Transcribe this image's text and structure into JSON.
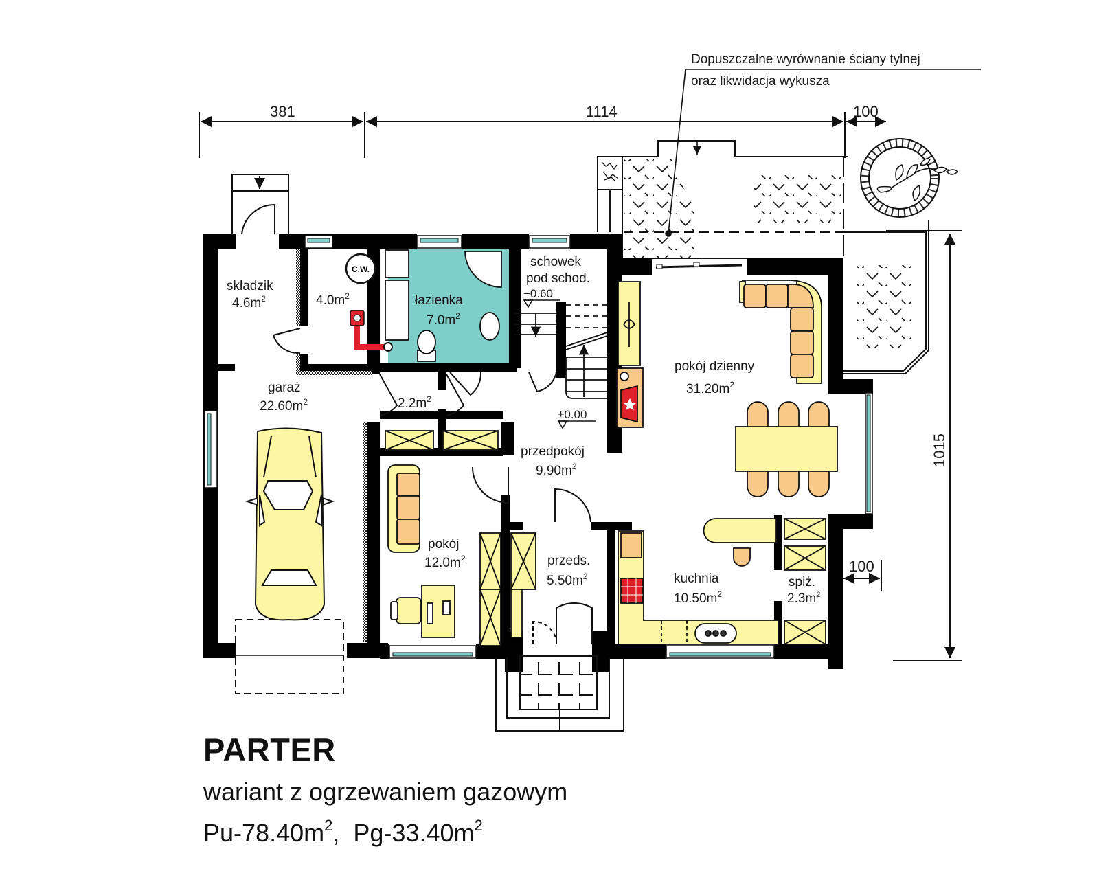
{
  "plan": {
    "title": "PARTER",
    "subtitle": "wariant z ogrzewaniem gazowym",
    "areas": {
      "pu_label": "Pu-78.40m",
      "pu_sup": "2",
      "separator": ",  ",
      "pg_label": "Pg-33.40m",
      "pg_sup": "2"
    }
  },
  "note": {
    "line1": "Dopuszczalne wyrównanie ściany tylnej",
    "line2": "oraz likwidacja wykusza"
  },
  "dimensions": {
    "top_left": "381",
    "top_middle": "1114",
    "top_right": "100",
    "right_vertical": "1015",
    "right_offset": "100"
  },
  "levels": {
    "basement": "−0.60",
    "ground": "±0.00"
  },
  "rooms": {
    "skladzik": {
      "name": "składzik",
      "area": "4.6m",
      "sup": "2"
    },
    "cw": {
      "name": "C.W.",
      "area": "4.0m",
      "sup": "2"
    },
    "lazienka": {
      "name": "łazienka",
      "area": "7.0m",
      "sup": "2"
    },
    "schowek": {
      "name1": "schowek",
      "name2": "pod schod."
    },
    "garaz": {
      "name": "garaż",
      "area": "22.60m",
      "sup": "2"
    },
    "hall_small": {
      "area": "2.2m",
      "sup": "2"
    },
    "przedpokoj": {
      "name": "przedpokój",
      "area": "9.90m",
      "sup": "2"
    },
    "pokoj": {
      "name": "pokój",
      "area": "12.0m",
      "sup": "2"
    },
    "przeds": {
      "name": "przeds.",
      "area": "5.50m",
      "sup": "2"
    },
    "pokoj_dzienny": {
      "name": "pokój dzienny",
      "area": "31.20m",
      "sup": "2"
    },
    "kuchnia": {
      "name": "kuchnia",
      "area": "10.50m",
      "sup": "2"
    },
    "spiz": {
      "name": "spiż.",
      "area": "2.3m",
      "sup": "2"
    }
  },
  "colors": {
    "wall": "#000000",
    "bathroom": "#7ecec9",
    "furniture_yellow": "#fdf6a3",
    "furniture_orange": "#f9c98a",
    "fixture_red": "#e0202a",
    "window_glass": "#7ecec9"
  }
}
